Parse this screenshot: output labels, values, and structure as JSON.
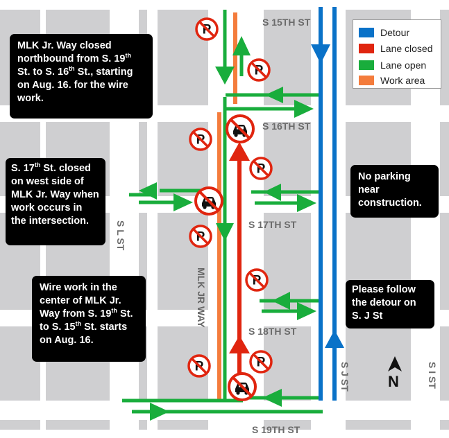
{
  "colors": {
    "detour": "#0a72c8",
    "lane_closed": "#e0250f",
    "lane_open": "#19ad3c",
    "work_area": "#f47c3c",
    "street": "#ffffff",
    "block": "#cfcfd1"
  },
  "legend": {
    "items": [
      {
        "label": "Detour",
        "color": "#0a72c8"
      },
      {
        "label": "Lane closed",
        "color": "#e0250f"
      },
      {
        "label": "Lane open",
        "color": "#19ad3c"
      },
      {
        "label": "Work area",
        "color": "#f47c3c"
      }
    ]
  },
  "streets": {
    "s15th": "S 15TH ST",
    "s16th": "S 16TH ST",
    "s17th": "S 17TH ST",
    "s18th": "S 18TH ST",
    "s19th": "S 19TH ST",
    "s_l": "S L ST",
    "mlk": "MLK JR WAY",
    "s_j": "S J ST",
    "s_i": "S I ST"
  },
  "compass": {
    "label": "N"
  },
  "callouts": {
    "closure_prefix": "MLK Jr. Way closed northbound from S. 19",
    "closure_sup1": "th",
    "closure_mid": " St. to S. 16",
    "closure_sup2": "th",
    "closure_suffix": " St., starting on Aug. 16. for the wire work.",
    "s17_prefix": "S. 17",
    "s17_sup": "th",
    "s17_suffix": " St. closed on west side of MLK Jr. Way when work occurs in the intersection.",
    "wire_prefix": "Wire work in the center of MLK Jr. Way from S. 19",
    "wire_sup1": "th",
    "wire_mid": " St. to S. 15",
    "wire_sup2": "th",
    "wire_suffix": " St. starts on Aug. 16.",
    "no_parking": "No parking near construction.",
    "detour": "Please follow the detour on S. J St"
  },
  "icons": {
    "no_parking": "no-parking-icon",
    "no_vehicle": "no-vehicles-icon"
  }
}
